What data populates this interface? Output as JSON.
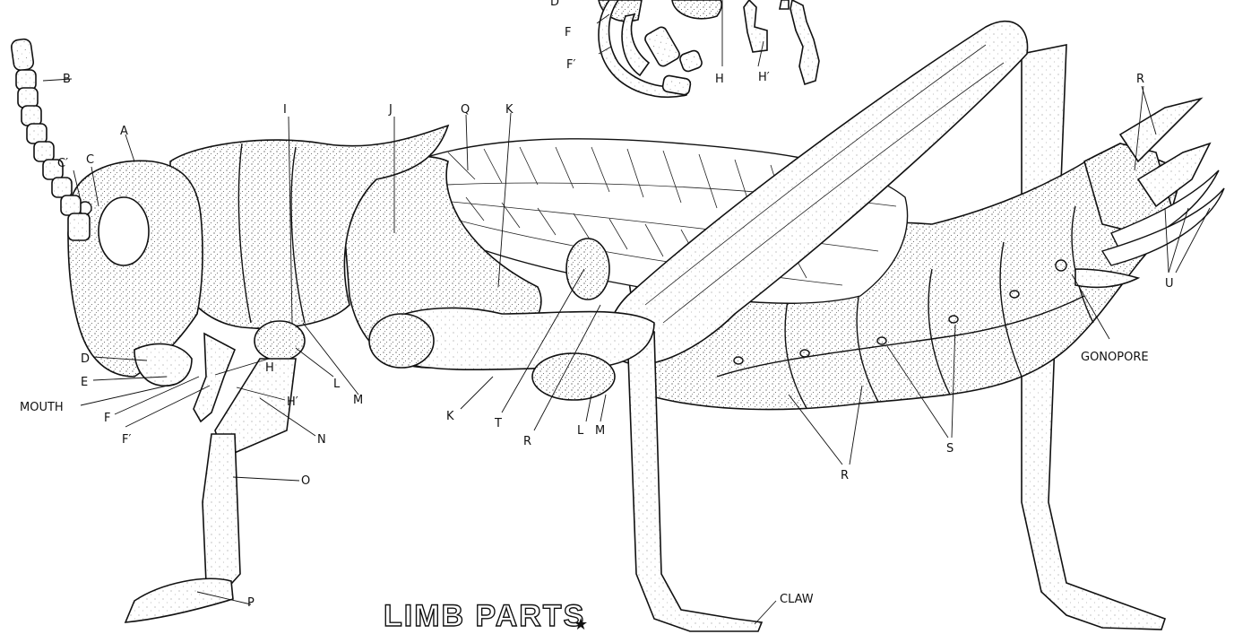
{
  "title": "LIMB PARTS",
  "title_marker": "★",
  "labels": {
    "A": "A",
    "B": "B",
    "C": "C",
    "C_prime": "C′",
    "D": "D",
    "E": "E",
    "F": "F",
    "F_prime": "F′",
    "H": "H",
    "H_prime": "H′",
    "I": "I",
    "J": "J",
    "K": "K",
    "L": "L",
    "M": "M",
    "N": "N",
    "O": "O",
    "P": "P",
    "Q": "Q",
    "R": "R",
    "S": "S",
    "T": "T",
    "U": "U",
    "mouth": "MOUTH",
    "gonopore": "GONOPORE",
    "claw": "CLAW"
  },
  "inset_labels": {
    "D": "D",
    "F": "F",
    "F_prime": "F′",
    "H": "H",
    "H_prime": "H′"
  }
}
